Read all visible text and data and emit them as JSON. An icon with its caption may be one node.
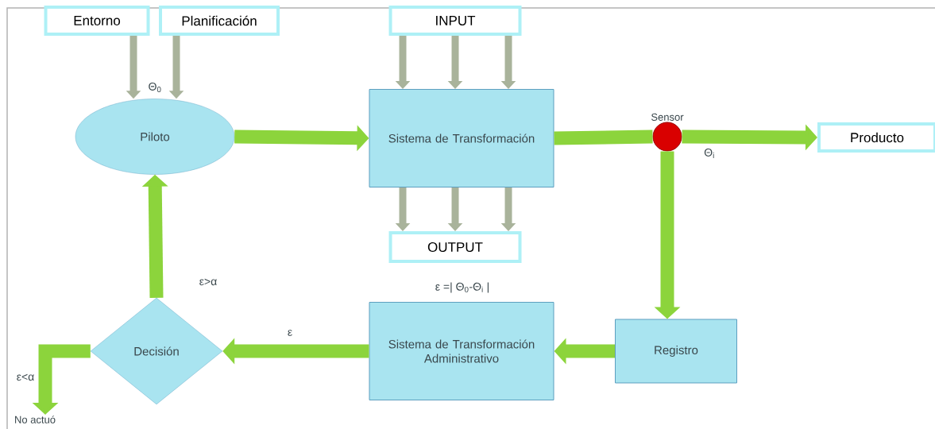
{
  "diagram": {
    "nodes": [
      {
        "text": [
          "Entorno"
        ]
      },
      {
        "text": [
          "Planificación"
        ]
      },
      {
        "text": [
          "INPUT"
        ]
      },
      {
        "text": [
          "Piloto"
        ]
      },
      {
        "text": [
          "Sistema de Transformación"
        ]
      },
      {
        "text": [
          "Sensor"
        ]
      },
      {
        "text": [
          "Producto"
        ]
      },
      {
        "text": [
          "OUTPUT"
        ]
      },
      {
        "text": [
          "Sistema de Transformación Administrativo"
        ]
      },
      {
        "text": [
          "Registro"
        ]
      },
      {
        "text": [
          "Decisión"
        ]
      },
      {
        "text": [
          "No actuó"
        ]
      }
    ],
    "edges": [
      {
        "from": 0,
        "to": 3,
        "arrow": "to",
        "color": "#a9b39b"
      },
      {
        "from": 1,
        "to": 3,
        "arrow": "to",
        "color": "#a9b39b"
      },
      {
        "from": 2,
        "to": 4,
        "arrow": "to",
        "color": "#a9b39b"
      },
      {
        "from": 2,
        "to": 4,
        "arrow": "to",
        "color": "#a9b39b"
      },
      {
        "from": 2,
        "to": 4,
        "arrow": "to",
        "color": "#a9b39b"
      },
      {
        "from": 4,
        "to": 7,
        "arrow": "to",
        "color": "#a9b39b"
      },
      {
        "from": 4,
        "to": 7,
        "arrow": "to",
        "color": "#a9b39b"
      },
      {
        "from": 4,
        "to": 7,
        "arrow": "to",
        "color": "#a9b39b"
      },
      {
        "from": 3,
        "to": 4,
        "arrow": "to",
        "style": "thick",
        "color": "#8cd43c"
      },
      {
        "from": 4,
        "to": 5,
        "arrow": "none",
        "style": "thick",
        "color": "#8cd43c"
      },
      {
        "from": 5,
        "to": 6,
        "arrow": "to",
        "style": "thick",
        "color": "#8cd43c"
      },
      {
        "from": 5,
        "to": 9,
        "arrow": "to",
        "style": "thick",
        "color": "#8cd43c"
      },
      {
        "from": 9,
        "to": 8,
        "arrow": "to",
        "style": "thick",
        "color": "#8cd43c"
      },
      {
        "from": 8,
        "to": 10,
        "arrow": "to",
        "label": "ε",
        "style": "thick",
        "color": "#8cd43c"
      },
      {
        "from": 10,
        "to": 3,
        "arrow": "to",
        "label": "ε>α",
        "style": "thick",
        "color": "#8cd43c"
      },
      {
        "from": 10,
        "to": 11,
        "arrow": "to",
        "label": "ε<α",
        "style": "thick",
        "color": "#8cd43c"
      }
    ],
    "labels": [
      "Θ$_{0}$",
      "Θ$_{i}$",
      "ε =| Θ$_{0}$-Θ$_{i}$ |"
    ]
  }
}
